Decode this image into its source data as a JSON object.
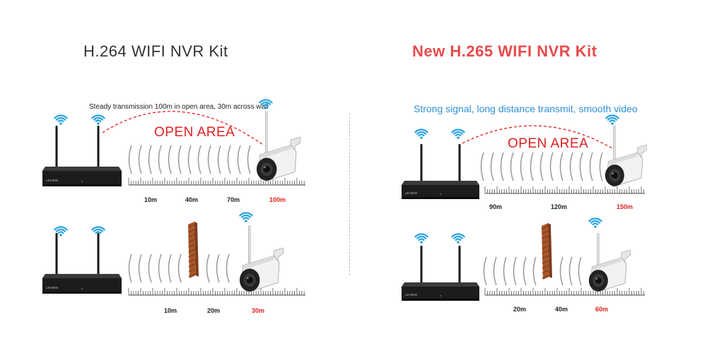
{
  "left": {
    "title": "H.264 WIFI NVR Kit",
    "note": "Steady transmission 100m in open area, 30m across wall",
    "open_area_label": "OPEN AREA",
    "open_distances": [
      "10m",
      "40m",
      "70m",
      "100m"
    ],
    "wall_distances": [
      "10m",
      "20m",
      "30m"
    ]
  },
  "right": {
    "title": "New H.265   WIFI NVR Kit",
    "note": "Strong signal, long distance transmit, smooth video",
    "open_area_label": "OPEN AREA",
    "open_distances": [
      "90m",
      "120m",
      "150m"
    ],
    "wall_distances": [
      "20m",
      "40m",
      "60m"
    ]
  },
  "nvr_brand": "LEVIEW",
  "colors": {
    "title_dark": "#333333",
    "title_accent": "#e84b4b",
    "note_blue": "#2f8fd8",
    "open_area_red": "#e02020",
    "wifi_blue": "#2aa3e0",
    "wall_brick": "#a8552a"
  },
  "icons": [
    "wifi-icon",
    "nvr-recorder",
    "bullet-camera",
    "signal-waves",
    "brick-wall",
    "distance-ruler"
  ]
}
